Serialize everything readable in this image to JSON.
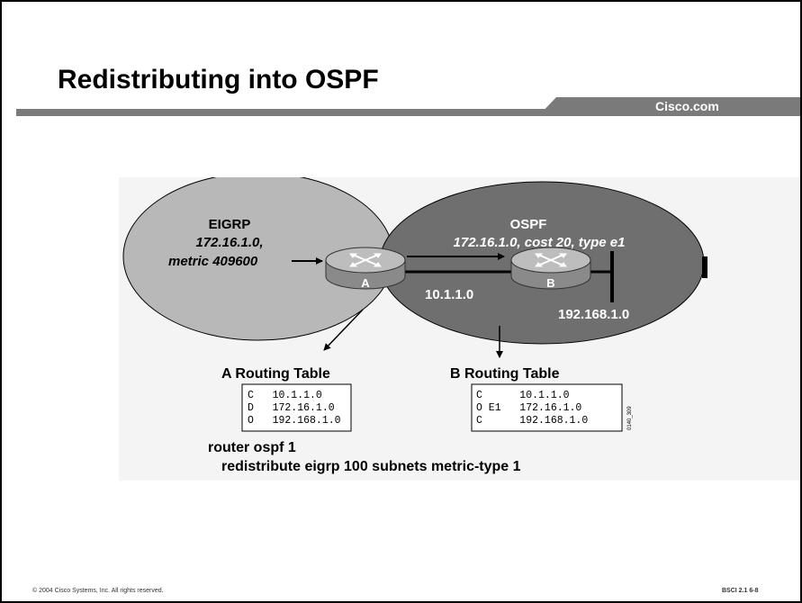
{
  "slide": {
    "title": "Redistributing into OSPF",
    "brand": "Cisco.com",
    "footer_left": "© 2004 Cisco Systems, Inc. All rights reserved.",
    "footer_right": "BSCI 2.1    6-8"
  },
  "diagram": {
    "eigrp": {
      "name": "EIGRP",
      "line1": "172.16.1.0,",
      "line2": "metric 409600"
    },
    "ospf": {
      "name": "OSPF",
      "route": "172.16.1.0, cost 20, type e1"
    },
    "router_a_label": "A",
    "router_b_label": "B",
    "link_label": "10.1.1.0",
    "stub_label": "192.168.1.0",
    "a_table": {
      "title": "A Routing Table",
      "rows": [
        "C   10.1.1.0",
        "D   172.16.1.0",
        "O   192.168.1.0"
      ]
    },
    "b_table": {
      "title": "B Routing Table",
      "rows": [
        "C      10.1.1.0",
        "O E1   172.16.1.0",
        "C      192.168.1.0"
      ]
    },
    "figure_id": "0140_309",
    "config": {
      "line1": "router ospf 1",
      "line2": "redistribute eigrp 100 subnets metric-type 1"
    }
  }
}
